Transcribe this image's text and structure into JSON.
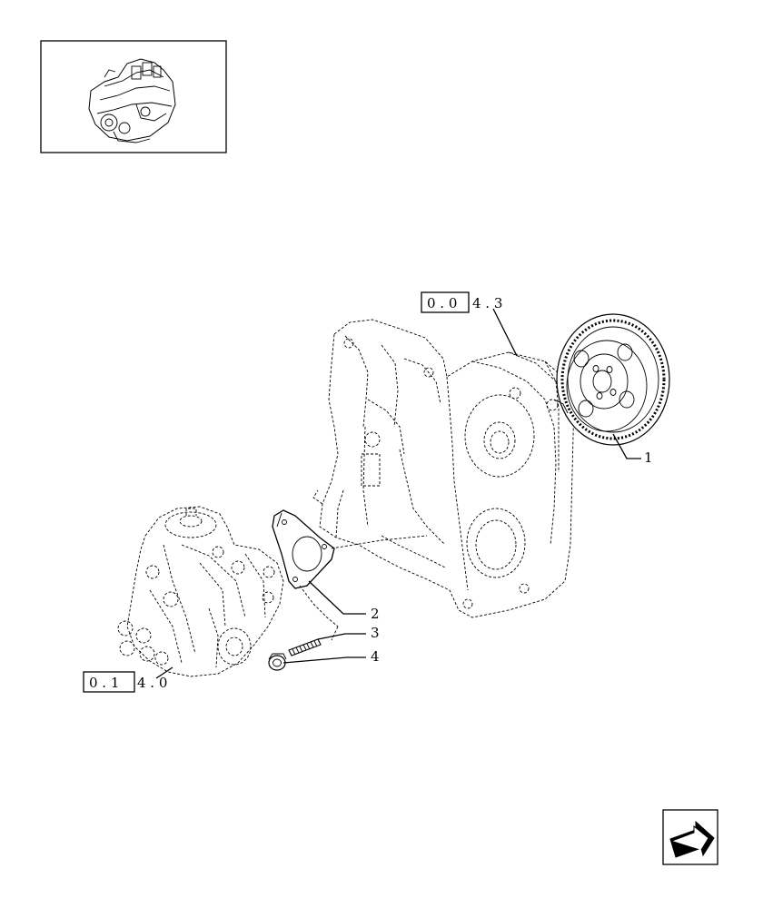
{
  "refs": {
    "top": {
      "box": "0 . 0",
      "suffix": "4 . 3"
    },
    "bottom": {
      "box": "0 . 1",
      "suffix": "4 . 0"
    }
  },
  "callouts": [
    "1",
    "2",
    "3",
    "4"
  ],
  "icons": {
    "thumbnail": "engine-thumbnail-icon",
    "nav": "next-page-arrow-icon"
  }
}
